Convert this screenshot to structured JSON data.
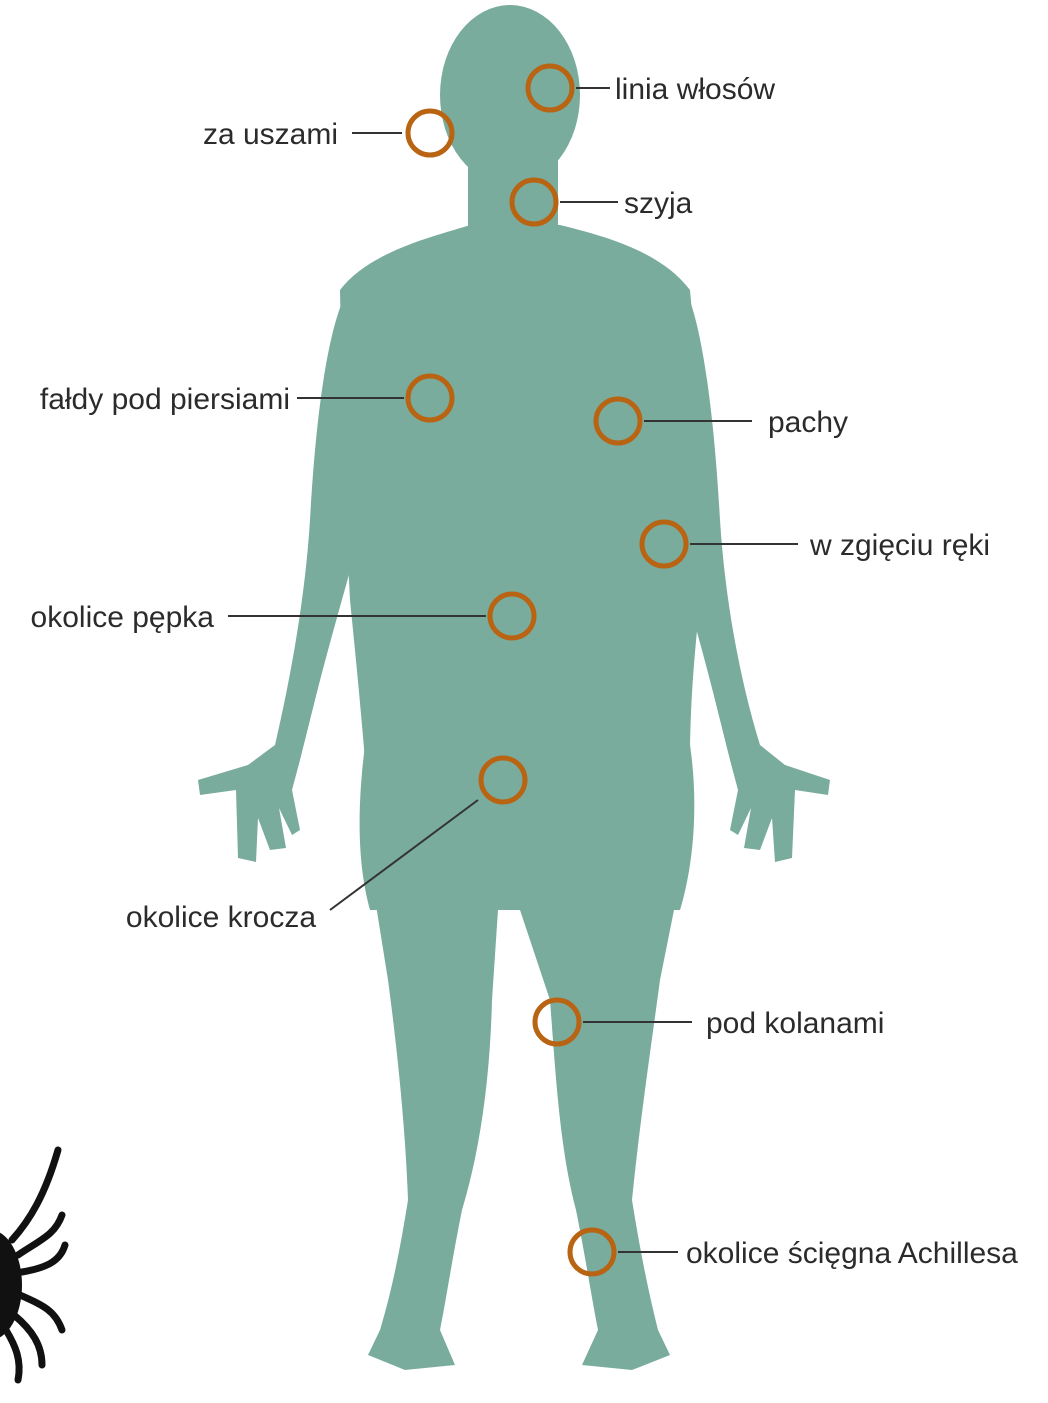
{
  "diagram": {
    "colors": {
      "body": "#7aac9d",
      "marker_ring": "#b86412",
      "leader_line": "#333333",
      "label_text": "#2b2b2b",
      "tick": "#111111",
      "background": "#ffffff"
    },
    "labels": {
      "hairline": "linia włosów",
      "behind_ears": "za uszami",
      "neck": "szyja",
      "under_breasts": "fałdy pod piersiami",
      "armpits": "pachy",
      "elbow_bend": "w zgięciu ręki",
      "navel": "okolice pępka",
      "groin": "okolice krocza",
      "behind_knees": "pod kolanami",
      "achilles": "okolice ścięgna Achillesa"
    },
    "icons": {
      "figure": "human-body-silhouette-icon",
      "marker": "circle-ring-icon",
      "tick": "tick-icon"
    }
  }
}
